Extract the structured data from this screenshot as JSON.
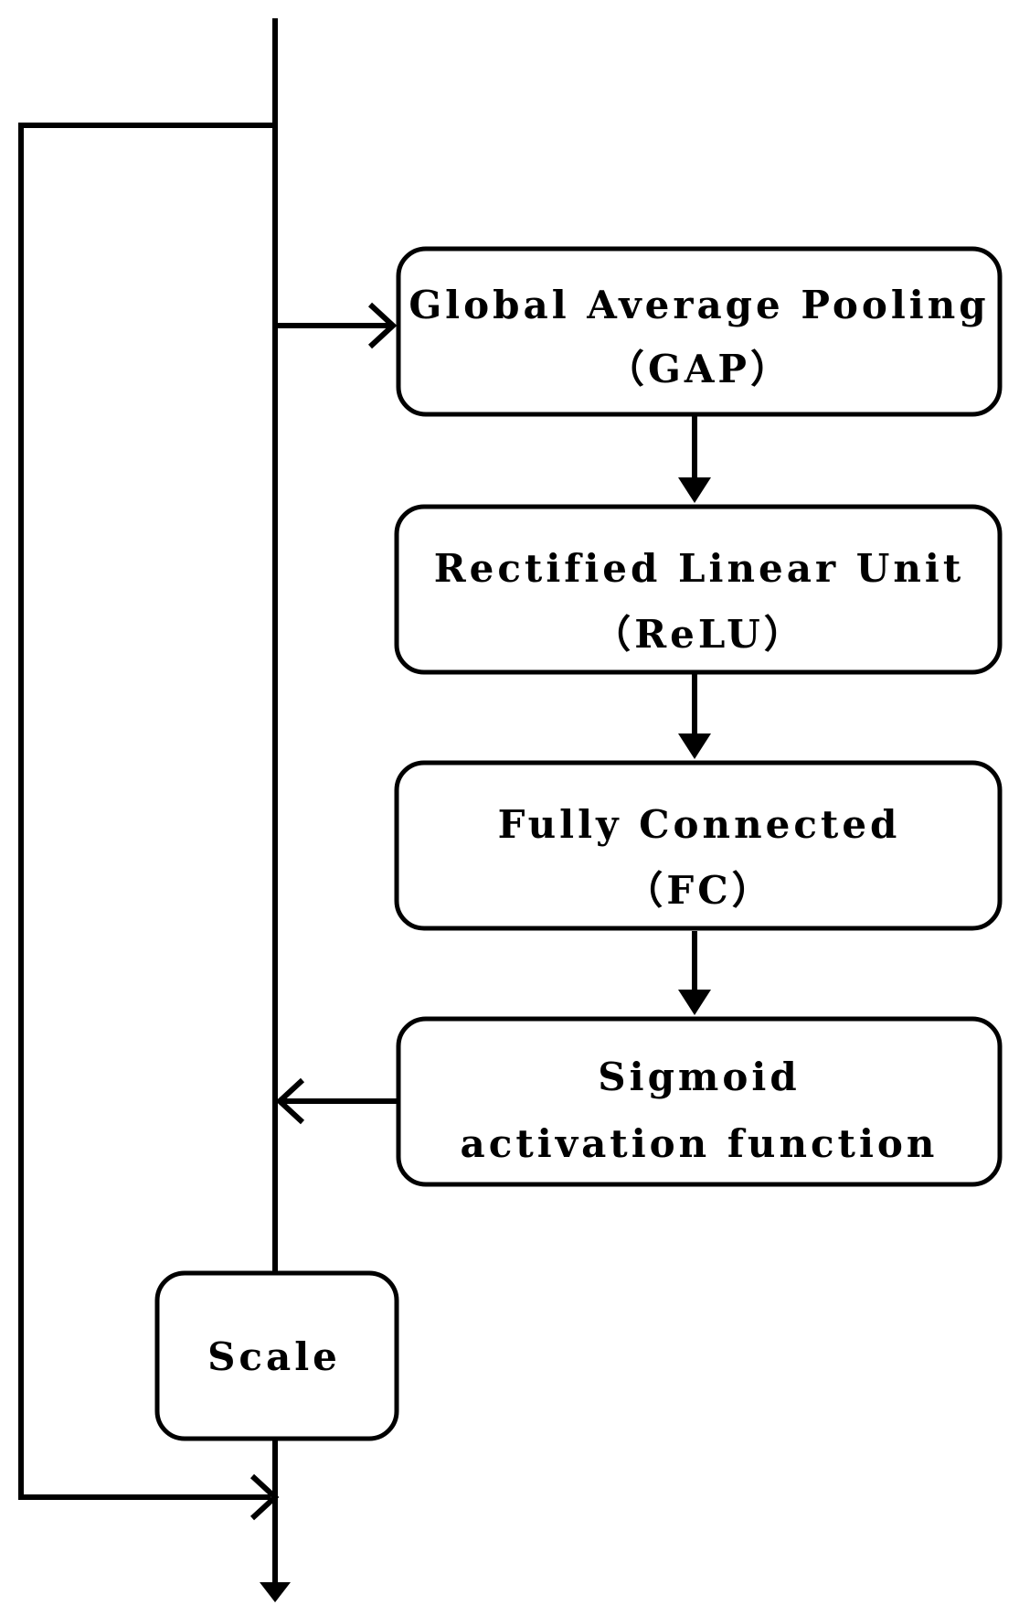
{
  "diagram": {
    "nodes": {
      "gap": {
        "line1": "Global Average Pooling",
        "line2": "（GAP）"
      },
      "relu": {
        "line1": "Rectified Linear Unit",
        "line2": "（ReLU）"
      },
      "fc": {
        "line1": "Fully Connected",
        "line2": "（FC）"
      },
      "sigmoid": {
        "line1": "Sigmoid",
        "line2": "activation function"
      },
      "scale": {
        "label": "Scale"
      }
    },
    "edges": [
      {
        "from": "input",
        "to": "gap"
      },
      {
        "from": "gap",
        "to": "relu"
      },
      {
        "from": "relu",
        "to": "fc"
      },
      {
        "from": "fc",
        "to": "sigmoid"
      },
      {
        "from": "sigmoid",
        "to": "main-line"
      },
      {
        "from": "main-line",
        "to": "scale"
      },
      {
        "from": "skip-connection",
        "to": "output"
      },
      {
        "from": "scale",
        "to": "output"
      }
    ],
    "colors": {
      "stroke": "#000000",
      "background": "#ffffff"
    }
  }
}
